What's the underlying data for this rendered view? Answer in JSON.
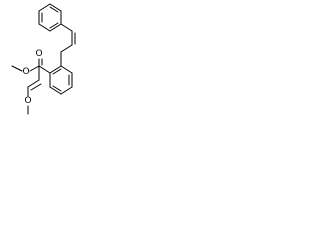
{
  "molecule": {
    "atoms": {
      "ester_carbonyl_o": {
        "symbol": "O"
      },
      "ester_ether_o": {
        "symbol": "O"
      },
      "enol_ether_o": {
        "symbol": "O"
      }
    },
    "colors": {
      "bond": "#000000",
      "label": "#000000",
      "background": "#ffffff"
    }
  }
}
